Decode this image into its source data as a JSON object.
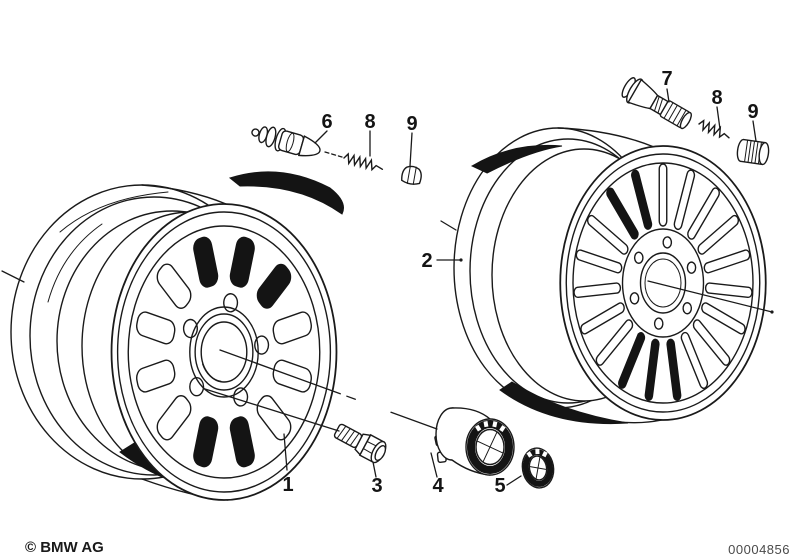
{
  "diagram": {
    "copyright": "© BMW AG",
    "document_number": "00004856",
    "callouts": {
      "c1": "1",
      "c2": "2",
      "c3": "3",
      "c4": "4",
      "c5": "5",
      "c6": "6",
      "c7": "7",
      "c8_left": "8",
      "c9_left": "9",
      "c8_right": "8",
      "c9_right": "9"
    },
    "colors": {
      "line": "#1a1a1a",
      "background": "#ffffff",
      "document_number_text": "#4a4a4a"
    }
  }
}
